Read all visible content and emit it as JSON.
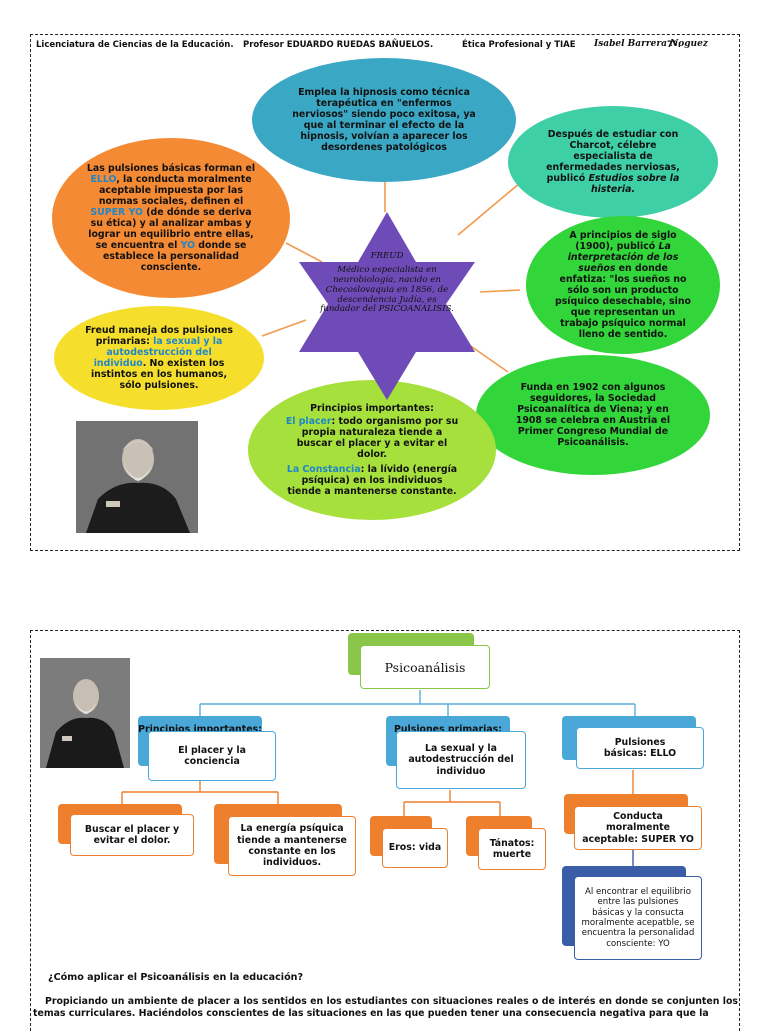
{
  "header": {
    "degree": "Licenciatura de Ciencias de la Educación.",
    "professor": "Profesor EDUARDO RUEDAS BAÑUELOS.",
    "course": "Ética Profesional y TIAE",
    "student": "Isabel Barrera Noguez",
    "grade": "7º."
  },
  "mindmap": {
    "center": {
      "title": "FREUD",
      "body": "Médico especialista en neurobiología, nacido en Checoslovaquia en 1856, de descendencia Judía, es fundador del PSICOANÁLISIS."
    },
    "hypnosis": "Emplea la hipnosis como técnica terapéutica en \"enfermos nerviosos\" siendo poco exitosa, ya que al terminar el efecto de la hipnosis, volvían a aparecer los desordenes patológicos",
    "charcot": {
      "a": "Después de estudiar con Charcot, célebre especialista de enfermedades nerviosas, publicó ",
      "b": "Estudios sobre la histeria."
    },
    "suenos": {
      "a": "A principios de siglo (1900), publicó ",
      "b": "La interpretación de los sueños",
      "c": " en donde enfatiza: \"los sueños no sólo son un producto psíquico desechable, sino que representan un trabajo psíquico normal lleno de sentido."
    },
    "sociedad": "Funda en 1902 con algunos seguidores, la Sociedad Psicoanalítica de Viena; y en 1908 se celebra en Austria el Primer Congreso Mundial de Psicoanálisis.",
    "principios": {
      "title": "Principios importantes:",
      "placer_label": "El placer",
      "placer_text": ": todo organismo por su propia naturaleza tiende a buscar el placer y a evitar el dolor.",
      "constancia_label": "La Constancia",
      "constancia_text": ": la lívido (energía psíquica) en los individuos tiende a mantenerse constante."
    },
    "pulsiones_primarias": {
      "a": "Freud maneja dos pulsiones primarias: ",
      "b": "la sexual y la autodestrucción del individuo",
      "c": ". No existen los instintos en los humanos, sólo pulsiones."
    },
    "pulsiones_basicas": {
      "a": "Las pulsiones básicas forman el ",
      "ello": "ELLO",
      "b": ", la conducta moralmente aceptable impuesta por las normas sociales, definen el ",
      "superyo": "SUPER YO",
      "c": " (de dónde se deriva su ética) y al analizar ambas y lograr un equilibrio entre ellas, se encuentra el ",
      "yo": "YO",
      "d": " donde se establece la personalidad consciente."
    }
  },
  "orgchart": {
    "root": "Psicoanálisis",
    "principios_tab": "Principios importantes:",
    "principios_card": "El placer y la conciencia",
    "primarias_tab": "Pulsiones primarias:",
    "primarias_card": "La sexual y la autodestrucción del individuo",
    "basicas_card": "Pulsiones básicas: ELLO",
    "buscar": "Buscar el placer y evitar el dolor.",
    "energia": "La energía psíquica tiende a mantenerse constante en los individuos.",
    "eros": "Eros: vida",
    "tanatos": "Tánatos: muerte",
    "conducta": "Conducta moralmente aceptable: SUPER YO",
    "equilibrio": "Al encontrar el equilibrio entre las pulsiones básicas y la consucta moralmente acepatble, se encuentra la personalidad consciente: YO"
  },
  "question": "¿Cómo aplicar el Psicoanálisis en la educación?",
  "paragraph": "Propiciando un ambiente de placer a los sentidos en los estudiantes con situaciones reales o de interés en donde se conjunten los temas curriculares. Haciéndolos conscientes de las situaciones en las que pueden tener una consecuencia negativa para que la",
  "colors": {
    "teal": "#3aa7c4",
    "aqua": "#3fcfa6",
    "green": "#33d63a",
    "yellowgreen": "#a6e03c",
    "yellow": "#f5df2c",
    "orange": "#f58a35",
    "purple": "#6f4bb8",
    "chart_green": "#8ac64a",
    "chart_blue": "#4aa8d8",
    "chart_orange": "#ee7f2c",
    "chart_navy": "#3a5da8"
  }
}
